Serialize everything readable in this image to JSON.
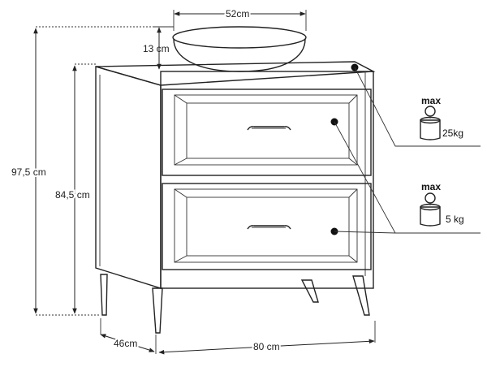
{
  "dimensions": {
    "basin_width": "52cm",
    "basin_height": "13 cm",
    "total_height": "97,5 cm",
    "cabinet_height": "84,5 cm",
    "depth": "46cm",
    "width": "80 cm"
  },
  "load_limits": {
    "top_drawer": {
      "label": "max",
      "weight": "25kg"
    },
    "bottom_drawer": {
      "label": "max",
      "weight": "5 kg"
    }
  }
}
